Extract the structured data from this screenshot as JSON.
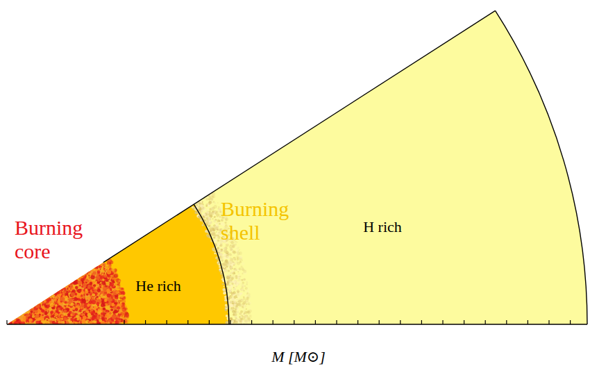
{
  "diagram": {
    "nodes": [
      {
        "text": [
          "Burning core"
        ]
      },
      {
        "text": [
          "He rich"
        ]
      },
      {
        "text": [
          "Burning shell"
        ]
      },
      {
        "text": [
          "H rich"
        ]
      }
    ],
    "labels": [
      "M [M⊙]"
    ]
  }
}
